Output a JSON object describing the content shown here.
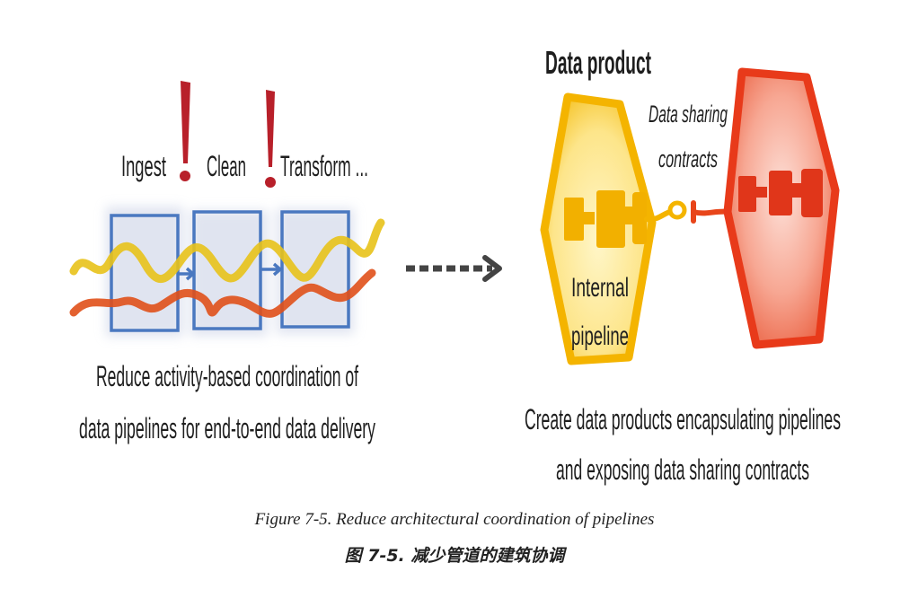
{
  "left": {
    "stages": [
      "Ingest",
      "Clean",
      "Transform ..."
    ],
    "description_line1": "Reduce activity-based coordination of",
    "description_line2": "data pipelines for end-to-end data delivery"
  },
  "right": {
    "title": "Data product",
    "contract_line1": "Data sharing",
    "contract_line2": "contracts",
    "internal_line1": "Internal",
    "internal_line2": "pipeline",
    "description_line1": "Create data products encapsulating pipelines",
    "description_line2": "and exposing data sharing contracts"
  },
  "caption": {
    "english": "Figure 7-5. Reduce architectural coordination of pipelines",
    "chinese": "图 7-5. 减少管道的建筑协调"
  },
  "colors": {
    "alert_red": "#b8202a",
    "pipe_blue": "#4a78c0",
    "flow_yellow": "#e8c21a",
    "flow_orange": "#e0501a",
    "product_yellow": "#f4b400",
    "product_red": "#e83a1a",
    "arrow_gray": "#444444"
  }
}
